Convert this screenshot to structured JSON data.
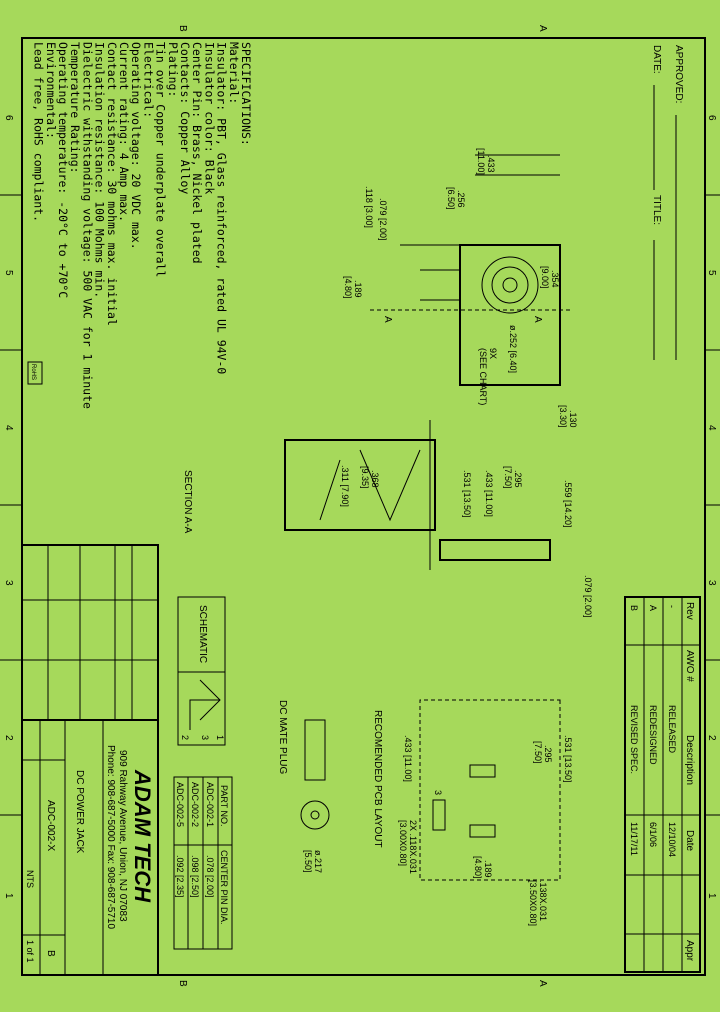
{
  "colors": {
    "background": "#a6d95b",
    "ink": "#000000"
  },
  "zones": {
    "columns": [
      "6",
      "5",
      "4",
      "3",
      "2",
      "1"
    ],
    "rows": [
      "A",
      "B"
    ]
  },
  "header": {
    "approved_label": "APPROVED:",
    "date_label": "DATE:",
    "title_label": "TITLE:"
  },
  "specifications": {
    "lines": [
      "SPECIFICATIONS:",
      "Material:",
      "Insulator: PBT, Glass reinforced, rated UL 94V-0",
      "Insulator color: Black",
      "Center Pin: Brass, Nickel plated",
      "Contacts: Copper Alloy",
      "Plating:",
      "Tin over Copper underplate overall",
      "Electrical:",
      "Operating voltage: 20 VDC max.",
      "Current rating: 4 Amp max.",
      "Contact resistance: 30 mohms max. initial",
      "Insulation resistance: 100 Mohms min.",
      "Dielectric withstanding voltage: 500 VAC for 1 minute",
      "Temperature Rating:",
      "Operating temperature: -20°C to +70°C",
      "Environmental:",
      "Lead free, RoHS compliant."
    ],
    "rohs_badge": "RoHS"
  },
  "revisions": {
    "headers": [
      "Rev",
      "AWO #",
      "Description",
      "Date",
      "Appr"
    ],
    "rows": [
      [
        "-",
        "",
        "RELEASED",
        "12/10/04",
        ""
      ],
      [
        "A",
        "",
        "REDESIGNED",
        "6/1/06",
        ""
      ],
      [
        "B",
        "",
        "REVISED SPEC.",
        "11/17/11",
        ""
      ]
    ]
  },
  "drawing": {
    "top_view": {
      "dims": [
        ".433",
        "[11.00]",
        ".256",
        "[6.50]",
        ".079 [2.00]",
        ".118 [3.00]",
        ".354",
        "[9.00]",
        ".189",
        "[4.80]",
        "ø.252 [6.40]",
        "9X",
        "(SEE CHART)"
      ],
      "section_marks": [
        "A",
        "A"
      ]
    },
    "section": {
      "label": "SECTION A-A",
      "dims": [
        ".130",
        "[3.30]",
        ".559 [14.20]",
        ".295",
        "[7.50]",
        ".433 [11.00]",
        ".531 [13.50]",
        ".368",
        "[9.35]",
        ".311 [7.90]",
        ".079 [2.00]"
      ]
    },
    "pcb": {
      "title": "RECOMENDED PCB LAYOUT",
      "dims": [
        ".531 [13.50]",
        ".295",
        "[7.50]",
        ".433 [11.00]",
        ".189",
        "[4.80]",
        "2X .118X.031",
        "[3.00X0.80]",
        ".138X.031",
        "[3.50X0.80]"
      ],
      "pin_label": "3"
    },
    "mate_plug": {
      "title": "DC MATE PLUG",
      "dims": [
        "ø.217",
        "[5.50]"
      ]
    },
    "schematic": {
      "title": "SCHEMATIC",
      "pins": [
        "1",
        "3",
        "2"
      ]
    },
    "part_table": {
      "headers": [
        "PART NO.",
        "CENTER PIN DIA."
      ],
      "rows": [
        [
          "ADC-002-1",
          ".078 [2.00]"
        ],
        [
          "ADC-002-2",
          ".098 [2.50]"
        ],
        [
          "ADC-002-5",
          ".092 [2.35]"
        ]
      ]
    }
  },
  "title_block": {
    "company": "ADAM TECH",
    "address": "909 Rahway Avenue, Union, NJ 07083",
    "phone": "Phone: 908-687-5000 Fax: 908-687-5710",
    "title": "DC POWER JACK",
    "part_number": "ADC-002-X",
    "rev": "B",
    "scale": "NTS",
    "sheet": "1 of 1"
  }
}
